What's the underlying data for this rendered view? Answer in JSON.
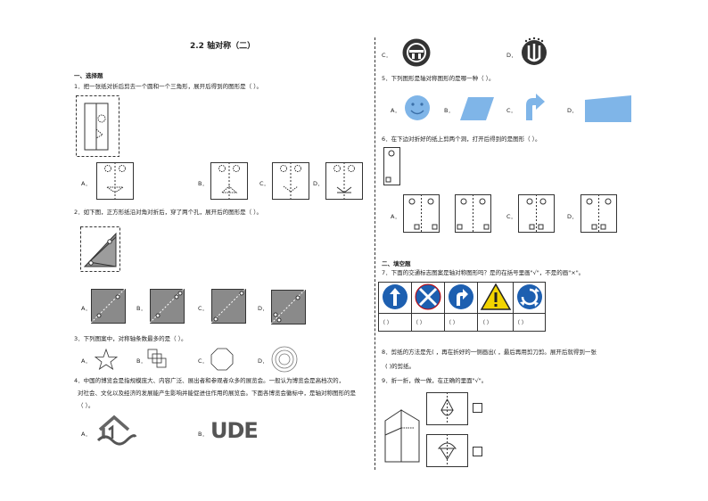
{
  "title": "2.2 轴对称（二）",
  "left": {
    "section1": "一、选择题",
    "q1": "1．把一张纸对折后剪去一个圆和一个三角形，展开后得到的图形是（    ）。",
    "q2": "2．如下图，正方形纸沿对角对折后，穿了两个孔，展开后的图形是（    ）。",
    "q3": "3．下列图案中，对称轴条数最多的是（    ）。",
    "q4_line1": "4．中国的博览会是指规模庞大、内容广泛、展出者和参观者众多的展览会。一般认为博览会是高档次的，",
    "q4_line2": "对社会、文化以及经济的发展能产生影响并能促进住作用的展览会。下面各博览会徽标中，是轴对称图形的是",
    "q4_line3": "（    ）。",
    "option_labels": [
      "A．",
      "B．",
      "C．",
      "D．"
    ],
    "q4_logo_b_text": "UDE"
  },
  "right": {
    "q5": "5．下列图形是轴对称图形的是哪一种（    ）。",
    "q6": "6．在下边对折好的纸上剪两个洞，打开后得到的是图形（    ）。",
    "section2": "二、填空题",
    "q7": "7．下面的交通标志图案是轴对称图形吗？是的在括号里画\"√\"，不是的画\"×\"。",
    "paren": "（        ）",
    "q8_line1": "8．剪纸的方法是先(              ，再在折好的一侧画出(              ，最后再用剪刀剪。展开后就得到一张",
    "q8_line2": "(              )的剪纸。",
    "q9": "9．折一折，做一做，在正确的里面\"√\"。",
    "option_labels": [
      "A．",
      "B．",
      "C．",
      "D．"
    ]
  },
  "colors": {
    "line": "#333333",
    "gray_fill": "#8a8a8a",
    "sign_blue": "#1d5fb0",
    "sign_yellow": "#f2d400",
    "shape_blue": "#7fb5e8"
  }
}
